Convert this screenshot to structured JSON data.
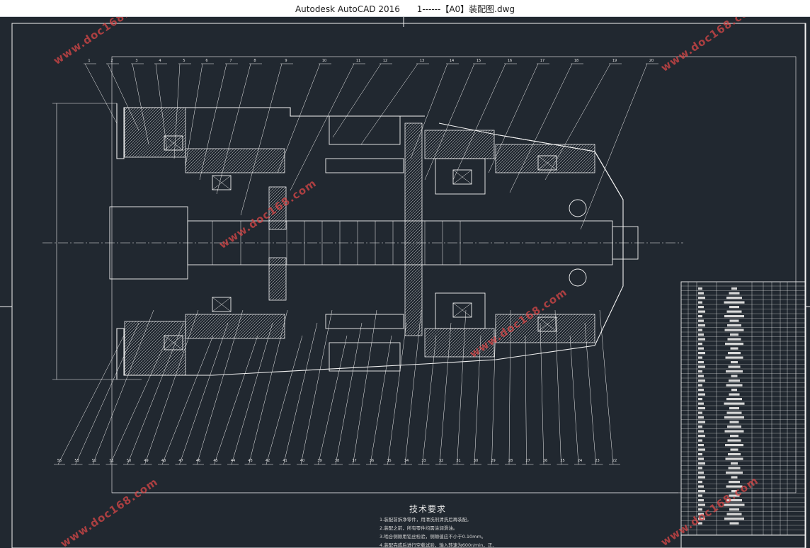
{
  "window": {
    "app_title": "Autodesk AutoCAD 2016",
    "file_title": "1------【A0】装配图.dwg"
  },
  "drawing": {
    "top_part_numbers": [
      "1",
      "2",
      "3",
      "4",
      "5",
      "6",
      "7",
      "8",
      "9",
      "10",
      "11",
      "12",
      "13",
      "14",
      "15",
      "16",
      "17",
      "18",
      "19",
      "20"
    ],
    "bottom_part_numbers": [
      "55",
      "53",
      "52",
      "51",
      "50",
      "49",
      "48",
      "47",
      "46",
      "45",
      "44",
      "43",
      "42",
      "41",
      "40",
      "39",
      "38",
      "37",
      "36",
      "35",
      "34",
      "33",
      "32",
      "31",
      "30",
      "29",
      "28",
      "27",
      "26",
      "25",
      "24",
      "23",
      "22"
    ],
    "tech_requirements": {
      "title": "技术要求",
      "lines": [
        "1.装配前拆净零件，用清洗剂清洗后再装配。",
        "2.装配之前，所有零件均需涂润滑油。",
        "3.啮合侧隙用铅丝检验，侧隙值应不小于0.10mm。",
        "4.装配完成后进行空载试验，输入转速为600r/min，正、"
      ]
    },
    "watermark": "www.doc168.com"
  },
  "colors": {
    "titlebar_bg": "#ffffff",
    "canvas_bg": "#212830",
    "line": "#f2f2f2",
    "watermark": "#e04848"
  }
}
